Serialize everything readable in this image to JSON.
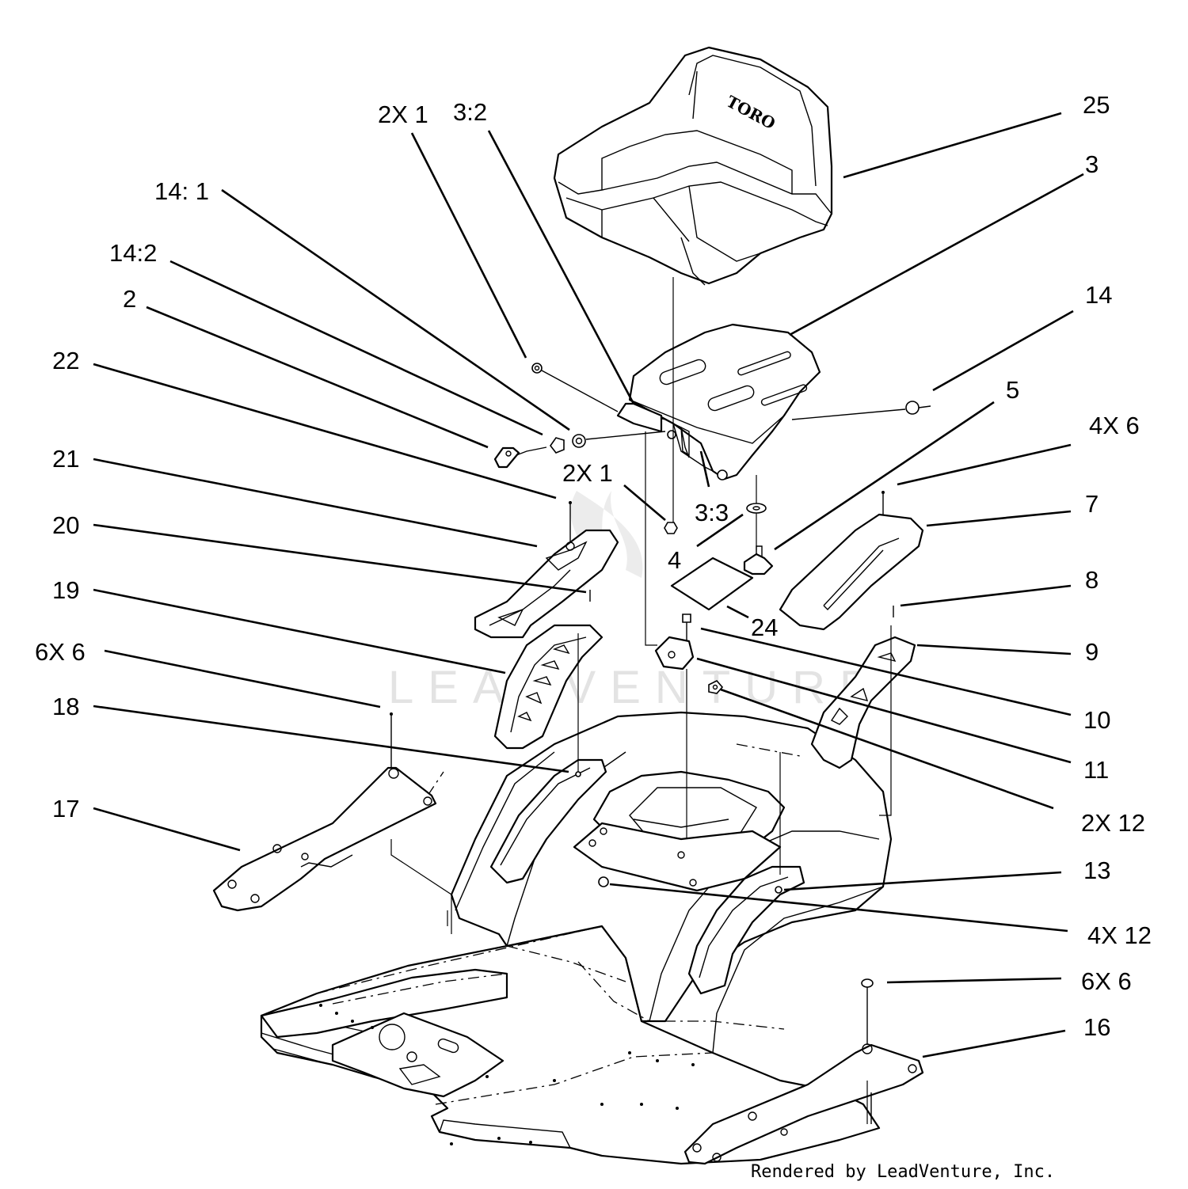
{
  "diagram": {
    "callouts": {
      "c25": "25",
      "c3": "3",
      "c3_2": "3:2",
      "c2x1_top": "2X 1",
      "c14_1": "14: 1",
      "c14_2": "14:2",
      "c2": "2",
      "c22": "22",
      "c21": "21",
      "c20": "20",
      "c19": "19",
      "c6x6_left": "6X 6",
      "c18": "18",
      "c17": "17",
      "c14": "14",
      "c5": "5",
      "c4x6": "4X 6",
      "c7": "7",
      "c8": "8",
      "c9": "9",
      "c10": "10",
      "c11": "11",
      "c2x12": "2X 12",
      "c13": "13",
      "c4x12": "4X 12",
      "c6x6_right": "6X 6",
      "c16": "16",
      "c2x1_mid": "2X 1",
      "c3_3": "3:3",
      "c4": "4",
      "c24": "24"
    },
    "seat_logo": "TORO",
    "watermark": "LEADVENTURE",
    "credit": "Rendered by LeadVenture, Inc."
  }
}
